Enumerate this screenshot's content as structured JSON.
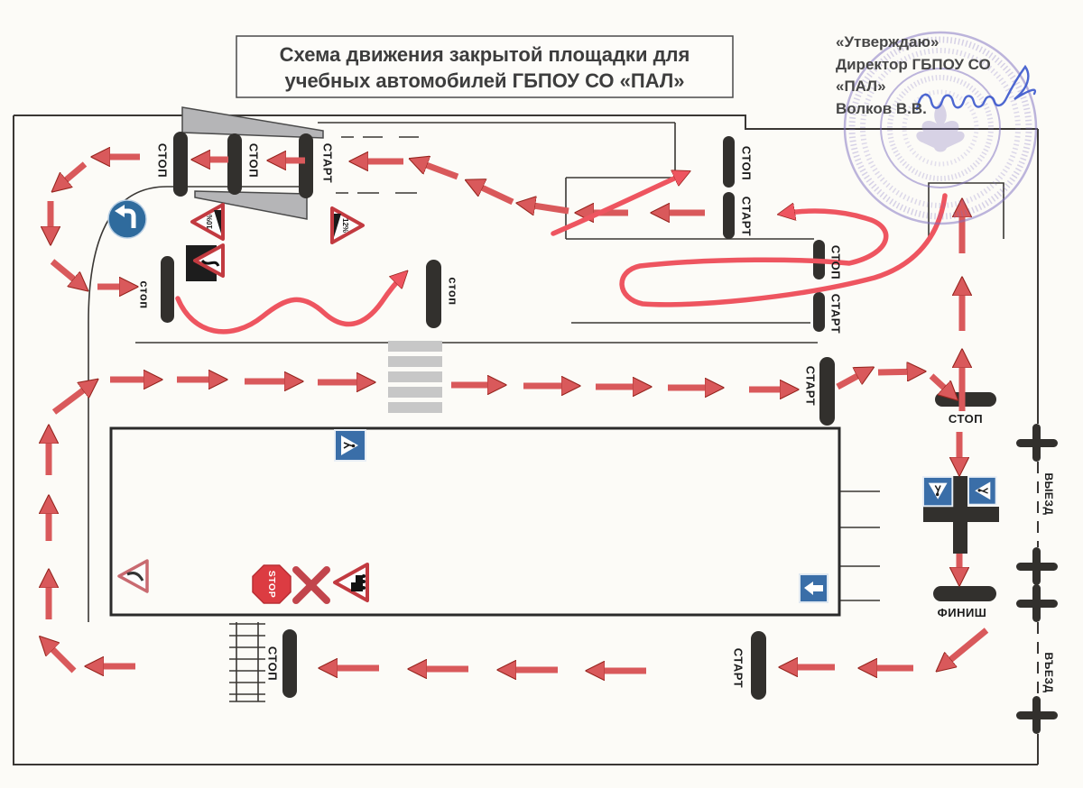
{
  "document": {
    "title_line1": "Схема движения закрытой площадки для",
    "title_line2": "учебных автомобилей ГБПОУ СО «ПАЛ»",
    "approval_line1": "«Утверждаю»",
    "approval_line2": "Директор ГБПОУ СО",
    "approval_line3": "«ПАЛ»",
    "approval_line4": "Волков В.В."
  },
  "labels": {
    "overpass_stop_left": "СТОП",
    "overpass_stop_mid": "СТОП",
    "overpass_start": "СТАРТ",
    "snake_entry_stop": "стоп",
    "snake_exit_stop": "стоп",
    "garage_stop": "СТОП",
    "garage_start": "СТАРТ",
    "parallel_parking_stop": "СТОП",
    "parallel_parking_start": "СТАРТ",
    "main_road_start": "СТАРТ",
    "main_road_stop": "СТОП",
    "finish": "ФИНИШ",
    "exit_gate": "ВЫЕЗД",
    "entry_gate": "ВЪЕЗД",
    "bottom_road_start": "СТАРТ",
    "railway_stop": "СТОП"
  },
  "signs": {
    "stop_sign_text": "STOP",
    "steep_descent": "10%",
    "steep_ascent": "12%"
  },
  "colors": {
    "arrow_red": "#d9595b",
    "route_red": "#ee5560",
    "marker_black": "#32302d",
    "road_line": "#3a3734",
    "sign_blue": "#3a6ea8",
    "sign_red_border": "#c23a40",
    "stop_octagon": "#dc3c42",
    "stamp_purple": "#7e6fc0",
    "signature_blue": "#3a56cc",
    "paper": "#fcfbf7"
  }
}
